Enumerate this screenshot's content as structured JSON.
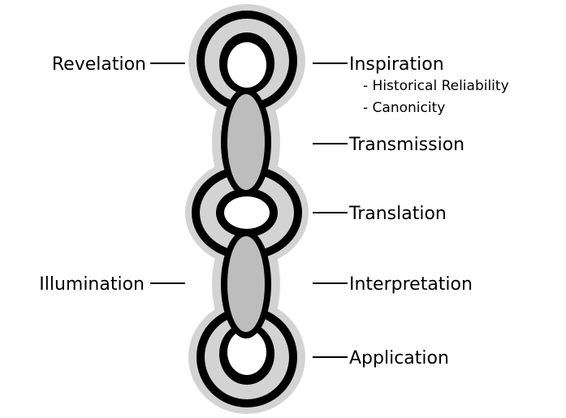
{
  "left_labels": {
    "revelation": "Revelation",
    "illumination": "Illumination"
  },
  "right_labels": {
    "inspiration": "Inspiration",
    "inspiration_sub_1": "- Historical Reliability",
    "inspiration_sub_2": "- Canonicity",
    "transmission": "Transmission",
    "translation": "Translation",
    "interpretation": "Interpretation",
    "application": "Application"
  },
  "colors": {
    "halo": "#d3d3d3",
    "link_fill": "#bdbdbd",
    "outline": "#000000",
    "connector": "#000000"
  }
}
